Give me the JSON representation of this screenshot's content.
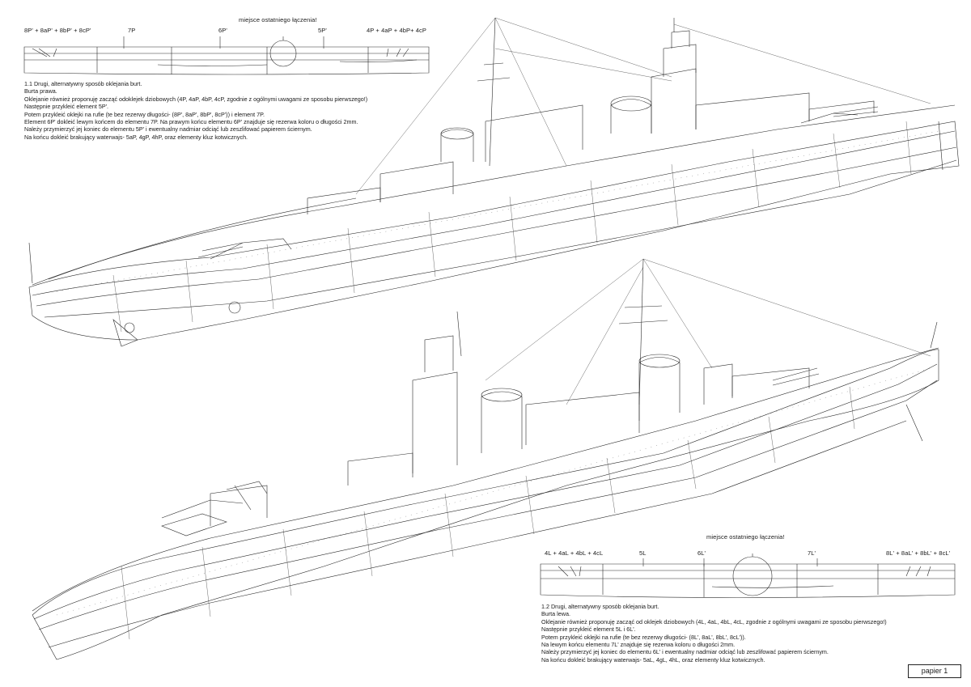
{
  "top_strip": {
    "label_left": "8P' + 8aP' + 8bP' + 8cP'",
    "label_7": "7P",
    "label_6": "6P'",
    "label_5": "5P'",
    "label_right": "4P + 4aP + 4bP+ 4cP",
    "join_note": "miejsce ostatniego łączenia!"
  },
  "top_notes": [
    "1.1 Drugi, alternatywny sposób oklejania burt.",
    "Burta prawa.",
    "Oklejanie również proponuję zacząć odoklejek dziobowych (4P, 4aP, 4bP, 4cP, zgodnie z ogólnymi uwagami ze sposobu pierwszego!)",
    "Następnie przykleić element 5P'.",
    "Potem przykleić oklejki na rufie (te bez rezerwy długości- (8P', 8aP', 8bP', 8cP')) i element 7P.",
    "Element 6P' dokleić lewym końcem do elementu 7P. Na prawym końcu elementu 6P' znajduje się rezerwa koloru o długości 2mm.",
    "Należy przymierzyć jej koniec do elementu 5P' i ewentualny nadmiar odciąć lub zeszlifować papierem ściernym.",
    "Na końcu dokleić brakujący waterwajs- 5aP, 4gP, 4hP, oraz elementy kluz kotwicznych."
  ],
  "bottom_strip": {
    "label_left": "4L + 4aL + 4bL + 4cL",
    "label_5": "5L",
    "label_6": "6L'",
    "label_7": "7L'",
    "label_right": "8L' + 8aL' + 8bL' + 8cL'",
    "join_note": "miejsce ostatniego łączenia!"
  },
  "bottom_notes": [
    "1.2 Drugi, alternatywny sposób oklejania burt.",
    "Burta lewa.",
    "Oklejanie również proponuję zacząć od oklejek dziobowych (4L, 4aL, 4bL, 4cL, zgodnie z ogólnymi uwagami ze sposobu pierwszego!)",
    "Następnie przykleić element 5L i 6L'.",
    "Potem przykleić oklejki na rufie (te bez rezerwy długości- (8L', 8aL', 8bL', 8cL')).",
    "Na lewym końcu elementu 7L' znajduje się rezerwa koloru o długości 2mm.",
    "Należy przymierzyć jej koniec do elementu 6L' i ewentualny nadmiar odciąć lub zeszlifować papierem ściernym.",
    "Na końcu dokleić brakujący waterwajs- 5aL, 4gL, 4hL, oraz elementy kluz kotwicznych."
  ],
  "page_label": "papier 1"
}
